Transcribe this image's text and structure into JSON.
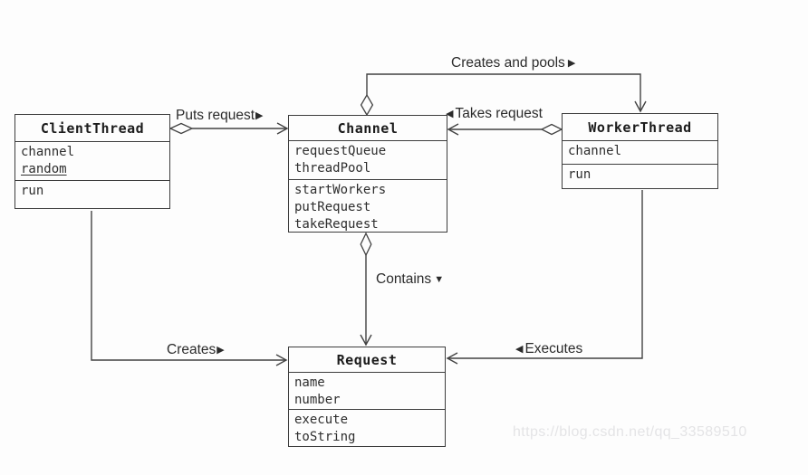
{
  "classes": {
    "clientThread": {
      "title": "ClientThread",
      "attributes": [
        "channel",
        "random"
      ],
      "methods": [
        "run"
      ]
    },
    "channel": {
      "title": "Channel",
      "attributes": [
        "requestQueue",
        "threadPool"
      ],
      "methods": [
        "startWorkers",
        "putRequest",
        "takeRequest"
      ]
    },
    "workerThread": {
      "title": "WorkerThread",
      "attributes": [
        "channel"
      ],
      "methods": [
        "run"
      ]
    },
    "request": {
      "title": "Request",
      "attributes": [
        "name",
        "number"
      ],
      "methods": [
        "execute",
        "toString"
      ]
    }
  },
  "relationships": {
    "putsRequest": {
      "label": "Puts request",
      "icon": "▶",
      "from": "ClientThread",
      "to": "Channel"
    },
    "takesRequest": {
      "label": "Takes request",
      "icon": "◀",
      "from": "WorkerThread",
      "to": "Channel"
    },
    "createsAndPools": {
      "label": "Creates and pools",
      "icon": "▶",
      "from": "Channel",
      "to": "WorkerThread"
    },
    "contains": {
      "label": "Contains",
      "icon": "▼",
      "from": "Channel",
      "to": "Request"
    },
    "creates": {
      "label": "Creates",
      "icon": "▶",
      "from": "ClientThread",
      "to": "Request"
    },
    "executes": {
      "label": "Executes",
      "icon": "◀",
      "from": "WorkerThread",
      "to": "Request"
    }
  },
  "watermark": {
    "text": "https://blog.csdn.net/qq_33589510"
  },
  "colors": {
    "line": "#424242",
    "text": "#2e2e2e",
    "watermark": "#e4e4e6",
    "background": "#fdfdfd"
  }
}
